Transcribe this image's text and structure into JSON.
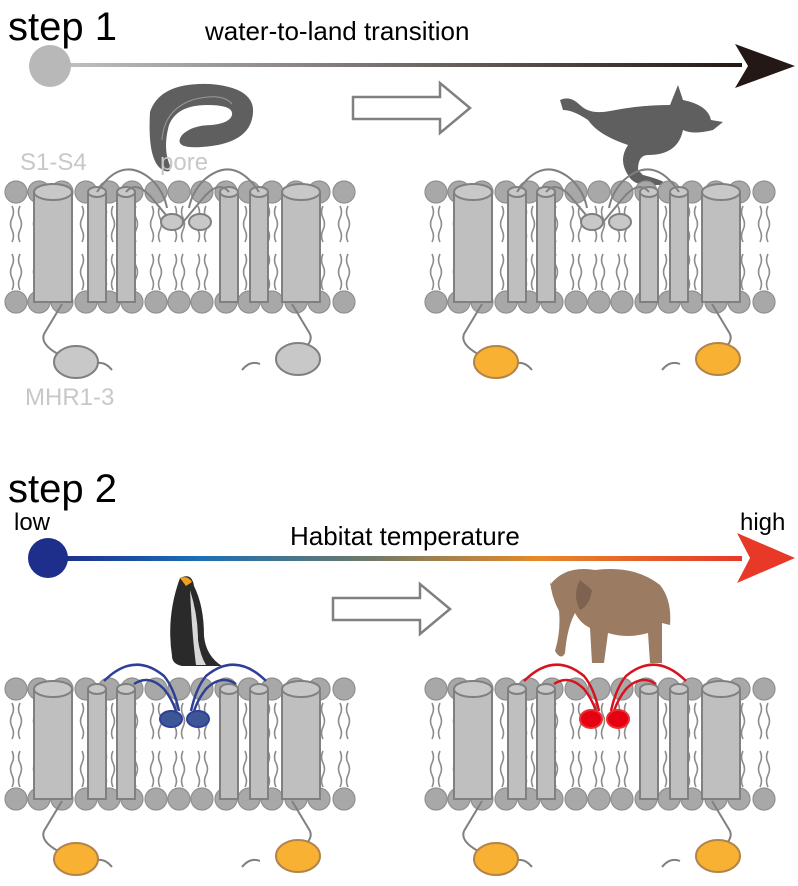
{
  "step1": {
    "label": "step 1",
    "axis_label": "water-to-land transition",
    "start_color": "#b8b8b8",
    "end_color": "#231815",
    "left_organism": "worm-like-organism",
    "right_organism": "frog",
    "domain_labels": {
      "vsd": "S1-S4",
      "pore": "pore",
      "cyto": "MHR1-3"
    },
    "left_domain_color": "#c8c8c8",
    "right_domain_color": "#f8b133",
    "pore_color": "#c8c8c8"
  },
  "step2": {
    "label": "step 2",
    "axis_label": "Habitat temperature",
    "low_label": "low",
    "high_label": "high",
    "start_color": "#1d2f8a",
    "end_color": "#e73828",
    "left_organism": "penguin",
    "right_organism": "elephant",
    "left_pore_color": "#2e3f96",
    "right_pore_color": "#e60012",
    "domain_color": "#f8b133"
  }
}
